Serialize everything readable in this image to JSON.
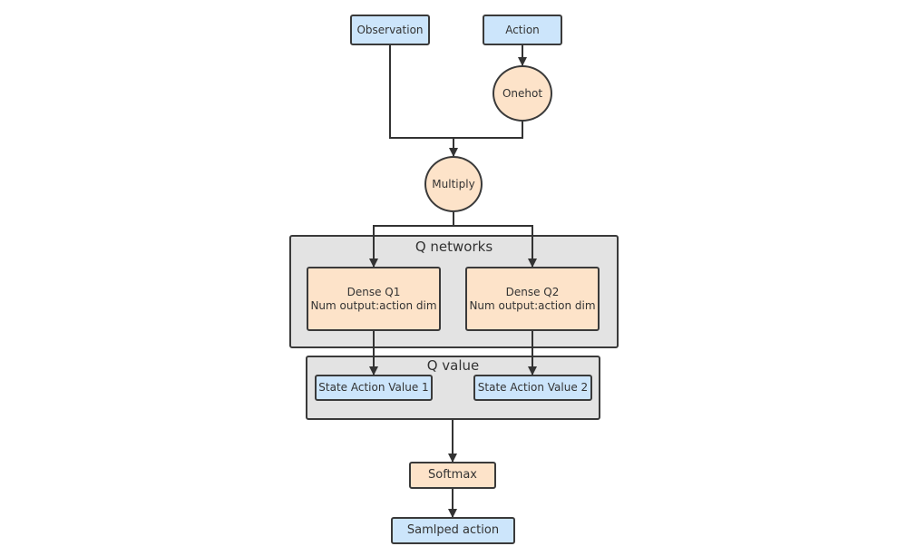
{
  "nodes": {
    "observation": "Observation",
    "action": "Action",
    "onehot": "Onehot",
    "multiply": "Multiply",
    "dense_q1": {
      "line1": "Dense Q1",
      "line2": "Num output:action dim"
    },
    "dense_q2": {
      "line1": "Dense Q2",
      "line2": "Num output:action dim"
    },
    "state_action_value_1": "State Action Value 1",
    "state_action_value_2": "State Action Value 2",
    "softmax": "Softmax",
    "sampled_action": "Samlped action"
  },
  "groups": {
    "q_networks": "Q networks",
    "q_value": "Q value"
  },
  "edges": [
    {
      "from": "Observation",
      "to": "Multiply"
    },
    {
      "from": "Action",
      "to": "Onehot"
    },
    {
      "from": "Onehot",
      "to": "Multiply"
    },
    {
      "from": "Multiply",
      "to": "Dense Q1"
    },
    {
      "from": "Multiply",
      "to": "Dense Q2"
    },
    {
      "from": "Dense Q1",
      "to": "State Action Value 1"
    },
    {
      "from": "Dense Q2",
      "to": "State Action Value 2"
    },
    {
      "from": "Q value",
      "to": "Softmax"
    },
    {
      "from": "Softmax",
      "to": "Samlped action"
    }
  ],
  "colors": {
    "blue_fill": "#cce5fb",
    "peach_fill": "#fde3c9",
    "group_fill": "#e3e3e3",
    "stroke": "#3a3a3a"
  }
}
